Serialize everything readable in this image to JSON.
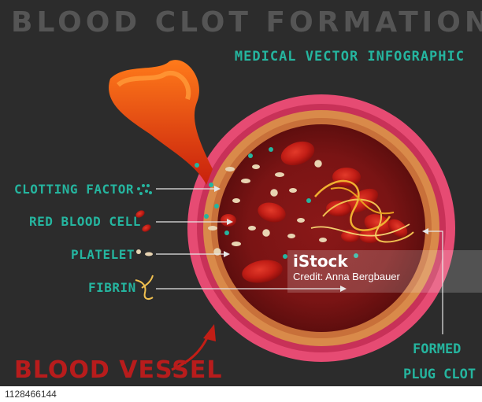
{
  "header": {
    "title": "BLOOD CLOT FORMATION",
    "subtitle": "MEDICAL VECTOR INFOGRAPHIC"
  },
  "labels": {
    "clotting_factor": "CLOTTING FACTOR",
    "red_blood_cell": "RED BLOOD CELL",
    "platelet": "PLATELET",
    "fibrin": "FIBRIN",
    "plug_line1": "FORMED",
    "plug_line2": "PLUG CLOT",
    "blood_vessel": "BLOOD VESSEL"
  },
  "watermark": {
    "logo": "iStock",
    "credit": "Credit: Anna Bergbauer"
  },
  "stock_id": "1128466144",
  "colors": {
    "teal": "#25b59f",
    "vessel_red": "#b81c1c",
    "background": "#2c2c2c"
  }
}
